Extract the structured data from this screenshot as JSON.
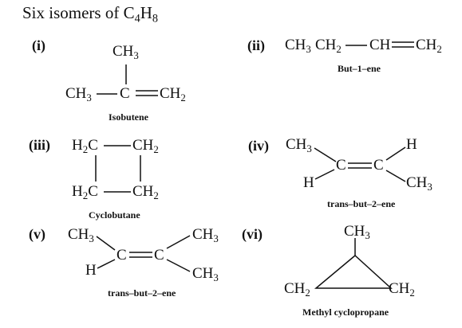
{
  "title": {
    "prefix": "Six isomers of C",
    "sub1": "4",
    "mid": "H",
    "sub2": "8"
  },
  "isomers": [
    {
      "num": "(i)",
      "caption": "Isobutene",
      "top": "CH",
      "top_sub": "3",
      "left": "CH",
      "left_sub": "3",
      "center": "C",
      "eq": "=",
      "right": "CH",
      "right_sub": "2"
    },
    {
      "num": "(ii)",
      "caption": "But–1–ene",
      "g1": "CH",
      "g1_sub": "3",
      "g2": "CH",
      "g2_sub": "2",
      "g3": "CH",
      "g4": "CH",
      "g4_sub": "2"
    },
    {
      "num": "(iii)",
      "caption": "Cyclobutane",
      "tl": "H",
      "tl_sub": "2",
      "tl_c": "C",
      "tr": "CH",
      "tr_sub": "2",
      "bl": "H",
      "bl_sub": "2",
      "bl_c": "C",
      "br": "CH",
      "br_sub": "2"
    },
    {
      "num": "(iv)",
      "caption": "trans–but–2–ene",
      "ch3a": "CH",
      "ch3a_sub": "3",
      "h1": "H",
      "c1": "C",
      "c2": "C",
      "h2": "H",
      "ch3b": "CH",
      "ch3b_sub": "3"
    },
    {
      "num": "(v)",
      "caption": "trans–but–2–ene",
      "ch3a": "CH",
      "ch3a_sub": "3",
      "h1": "H",
      "c1": "C",
      "c2": "C",
      "ch3b": "CH",
      "ch3b_sub": "3",
      "ch3c": "CH",
      "ch3c_sub": "3"
    },
    {
      "num": "(vi)",
      "caption": "Methyl cyclopropane",
      "top": "CH",
      "top_sub": "3",
      "bl": "CH",
      "bl_sub": "2",
      "br": "CH",
      "br_sub": "2"
    }
  ]
}
